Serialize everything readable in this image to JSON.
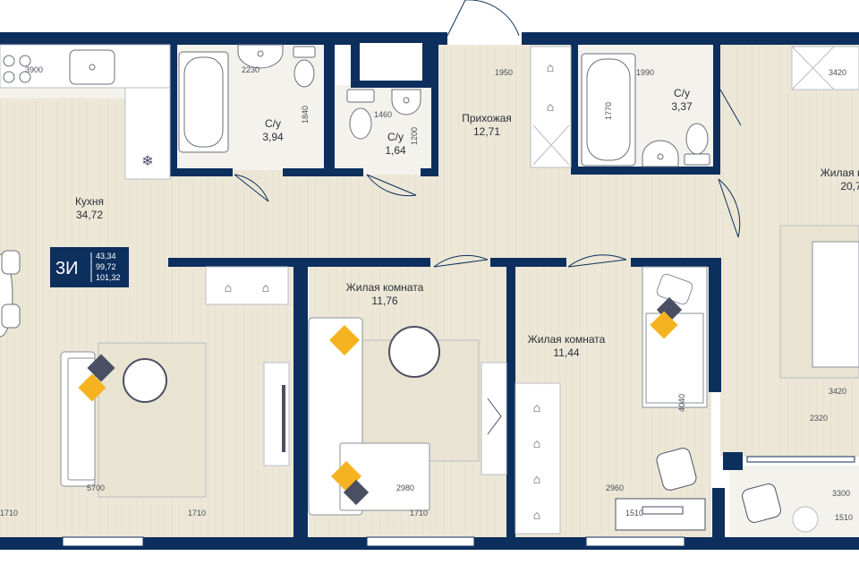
{
  "colors": {
    "wall": "#0d2f5e",
    "floor_wood": "#ece7d6",
    "floor_tile": "#f4f2ec",
    "accent": "#f5b320",
    "cushion": "#4b4f63",
    "rug": "#e9e3d1"
  },
  "badge": {
    "type": "3И",
    "area_living": "43,34",
    "area_total": "99,72",
    "area_total_balcony": "101,32"
  },
  "rooms": [
    {
      "name": "Кухня",
      "area": "34,72"
    },
    {
      "name": "С/у",
      "area": "3,94"
    },
    {
      "name": "С/у",
      "area": "1,64"
    },
    {
      "name": "Прихожая",
      "area": "12,71"
    },
    {
      "name": "С/у",
      "area": "3,37"
    },
    {
      "name": "Жилая к",
      "area": "20,7"
    },
    {
      "name": "Жилая комната",
      "area": "11,76"
    },
    {
      "name": "Жилая комната",
      "area": "11,44"
    }
  ],
  "dimensions": [
    "3900",
    "2230",
    "1840",
    "1460",
    "1200",
    "1950",
    "1990",
    "1770",
    "3420",
    "5700",
    "1710",
    "1710",
    "2980",
    "1710",
    "2960",
    "1510",
    "4040",
    "3420",
    "2320",
    "3300",
    "1510"
  ],
  "icons": [
    "snowflake-icon",
    "hanger-icon",
    "bathtub-icon",
    "toilet-icon",
    "sink-icon",
    "sofa-icon",
    "bed-icon",
    "armchair-icon",
    "table-icon",
    "door-swing-icon"
  ]
}
